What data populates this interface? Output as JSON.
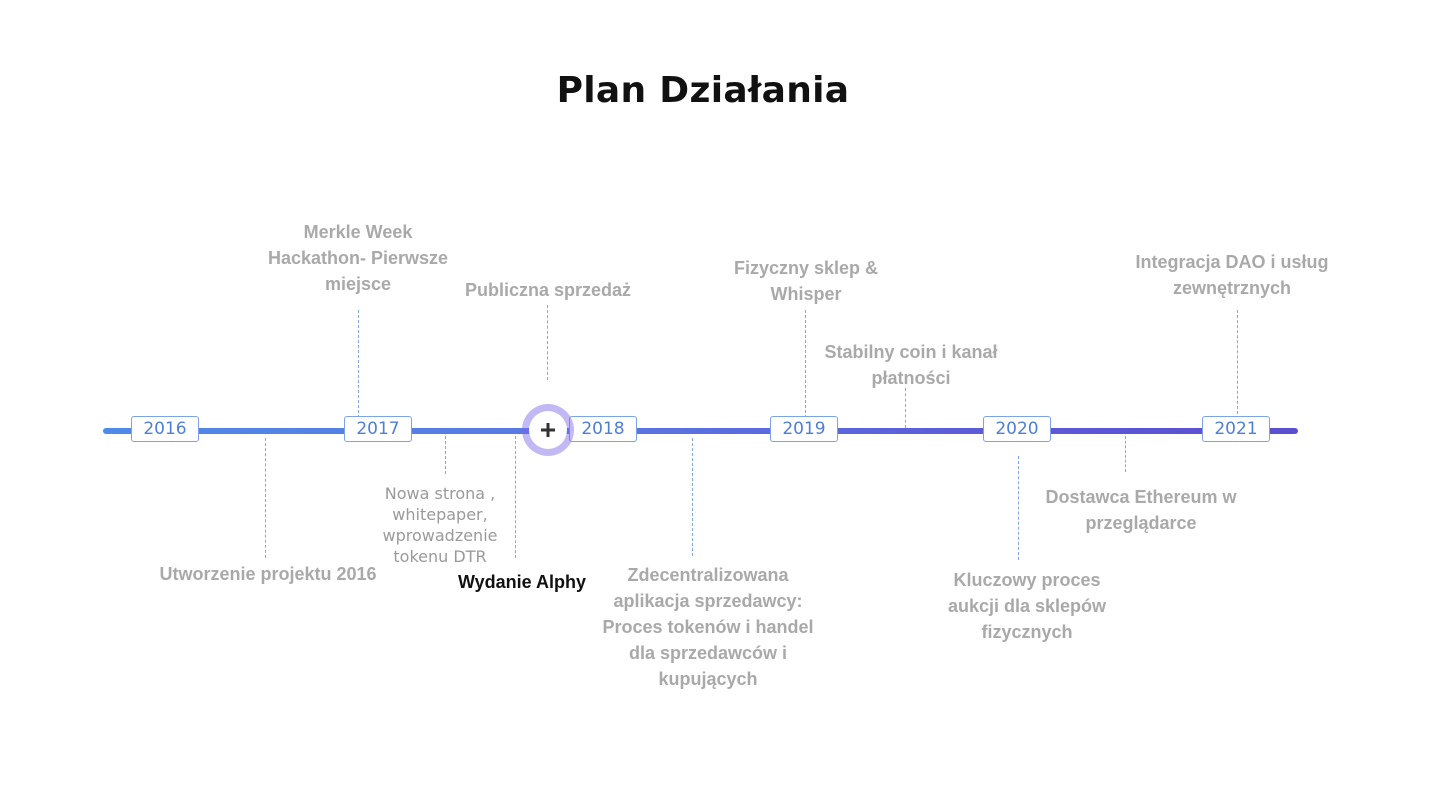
{
  "title": "Plan Działania",
  "years": [
    "2016",
    "2017",
    "2018",
    "2019",
    "2020",
    "2021"
  ],
  "events": {
    "e1": "Utworzenie projektu 2016",
    "e2": [
      "Merkle Week",
      "Hackathon- Pierwsze",
      "miejsce"
    ],
    "e3": [
      "Nowa strona ,",
      "whitepaper,",
      "wprowadzenie",
      "tokenu DTR"
    ],
    "e4": "Wydanie Alphy",
    "e5": "Publiczna sprzedaż",
    "e6": [
      "Zdecentralizowana",
      "aplikacja sprzedawcy:",
      "Proces tokenów i handel",
      "dla sprzedawców i",
      "kupujących"
    ],
    "e7": [
      "Fizyczny sklep &",
      "Whisper"
    ],
    "e8": [
      "Stabilny coin i kanał",
      "płatności"
    ],
    "e9": [
      "Kluczowy proces",
      "aukcji dla sklepów",
      "fizycznych"
    ],
    "e10": [
      "Dostawca Ethereum w",
      "przeglądarce"
    ],
    "e11": [
      "Integracja DAO i usług",
      "zewnętrznych"
    ]
  },
  "marker": {
    "icon": "plus-icon"
  },
  "colors": {
    "axis_start": "#4f8ae6",
    "axis_end": "#5a4fd0",
    "year_text": "#4e7fd8",
    "label_text": "#a9a9a9",
    "marker": "#7864e6"
  }
}
